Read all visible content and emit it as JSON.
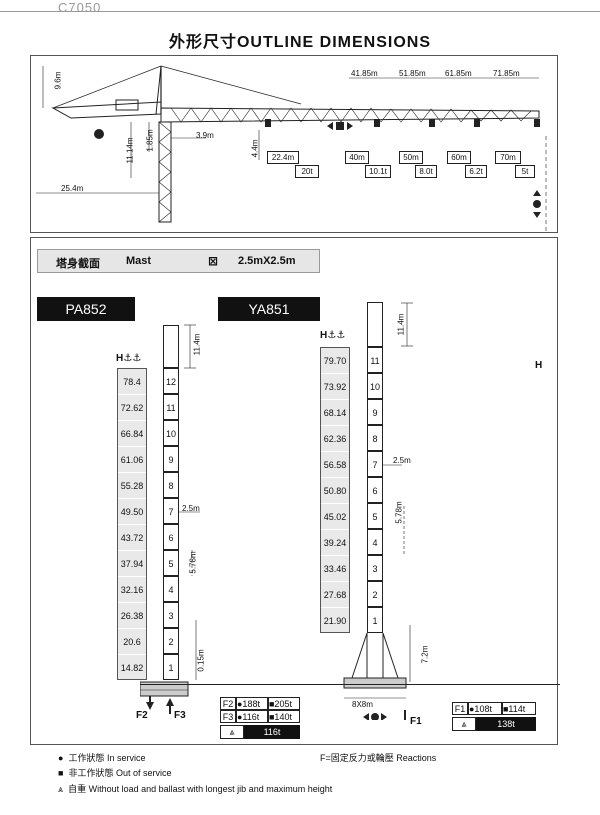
{
  "model_top": "C7050",
  "title": "外形尺寸OUTLINE DIMENSIONS",
  "crane": {
    "jib_lengths": [
      "41.85m",
      "51.85m",
      "61.85m",
      "71.85m"
    ],
    "top_height": "9.6m",
    "dim_11_14": "11.14m",
    "dim_1_85": "1.85m",
    "dim_3_9": "3.9m",
    "dim_4_4": "4.4m",
    "counter_jib": "25.4m",
    "capacities": [
      {
        "radius": "22.4m",
        "load": "20t"
      },
      {
        "radius": "40m",
        "load": "10.1t"
      },
      {
        "radius": "50m",
        "load": "8.0t"
      },
      {
        "radius": "60m",
        "load": "6.2t"
      },
      {
        "radius": "70m",
        "load": "5t"
      }
    ]
  },
  "mast": {
    "label_cn": "塔身截面",
    "label_en": "Mast",
    "symbol": "⊠",
    "section": "2.5mX2.5m"
  },
  "pa852": {
    "name": "PA852",
    "h_label": "H",
    "heights": [
      "78.4",
      "72.62",
      "66.84",
      "61.06",
      "55.28",
      "49.50",
      "43.72",
      "37.94",
      "32.16",
      "26.38",
      "20.6",
      "14.82"
    ],
    "sections": [
      "12",
      "11",
      "10",
      "9",
      "8",
      "7",
      "6",
      "5",
      "4",
      "3",
      "2",
      "1"
    ],
    "top_dim": "11.4m",
    "width_dim": "2.5m",
    "sec_dim": "5.78m",
    "base_dim": "0.15m",
    "reactions": {
      "row1_label": "F2",
      "row1_in": "●188t",
      "row1_out": "■205t",
      "row2_label": "F3",
      "row2_in": "●116t",
      "row2_out": "■140t",
      "row3_val": "116t"
    },
    "force_label_1": "F2",
    "force_label_2": "F3"
  },
  "ya851": {
    "name": "YA851",
    "h_label": "H",
    "heights": [
      "79.70",
      "73.92",
      "68.14",
      "62.36",
      "56.58",
      "50.80",
      "45.02",
      "39.24",
      "33.46",
      "27.68",
      "21.90"
    ],
    "sections": [
      "11",
      "10",
      "9",
      "8",
      "7",
      "6",
      "5",
      "4",
      "3",
      "2",
      "1"
    ],
    "top_dim": "11.4m",
    "width_dim": "2.5m",
    "sec_dim": "5.78m",
    "base_dim": "7.2m",
    "base_width": "8X8m",
    "reactions": {
      "row1_label": "F1",
      "row1_in": "●108t",
      "row1_out": "■114t",
      "row2_val": "138t"
    },
    "force_label": "F1"
  },
  "h_right": "H",
  "legend": {
    "in_service": "工作狀態  In service",
    "out_service": "非工作狀態  Out of service",
    "reactions": "F=固定反力或輪壓 Reactions",
    "self_weight": "自重  Without load and ballast with longest jib and maximum height"
  }
}
